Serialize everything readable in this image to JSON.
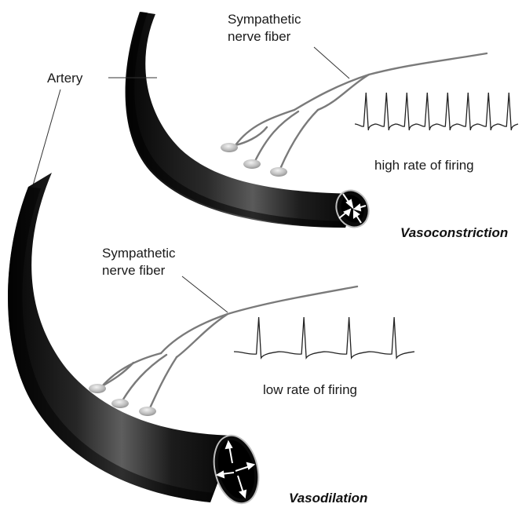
{
  "labels": {
    "artery": "Artery",
    "top_nerve_line1": "Sympathetic",
    "top_nerve_line2": "nerve fiber",
    "top_firing": "high rate of firing",
    "top_state": "Vasoconstriction",
    "bottom_nerve_line1": "Sympathetic",
    "bottom_nerve_line2": "nerve fiber",
    "bottom_firing": "low rate of firing",
    "bottom_state": "Vasodilation"
  },
  "firing_traces": {
    "high_rate_spike_count": 8,
    "low_rate_spike_count": 4
  },
  "colors": {
    "artery_dark": "#0d0d0d",
    "artery_mid": "#3a3a3a",
    "artery_highlight": "#8a8a8a",
    "nerve": "#7a7a7a",
    "trace": "#222222",
    "arrows": "#ffffff"
  }
}
